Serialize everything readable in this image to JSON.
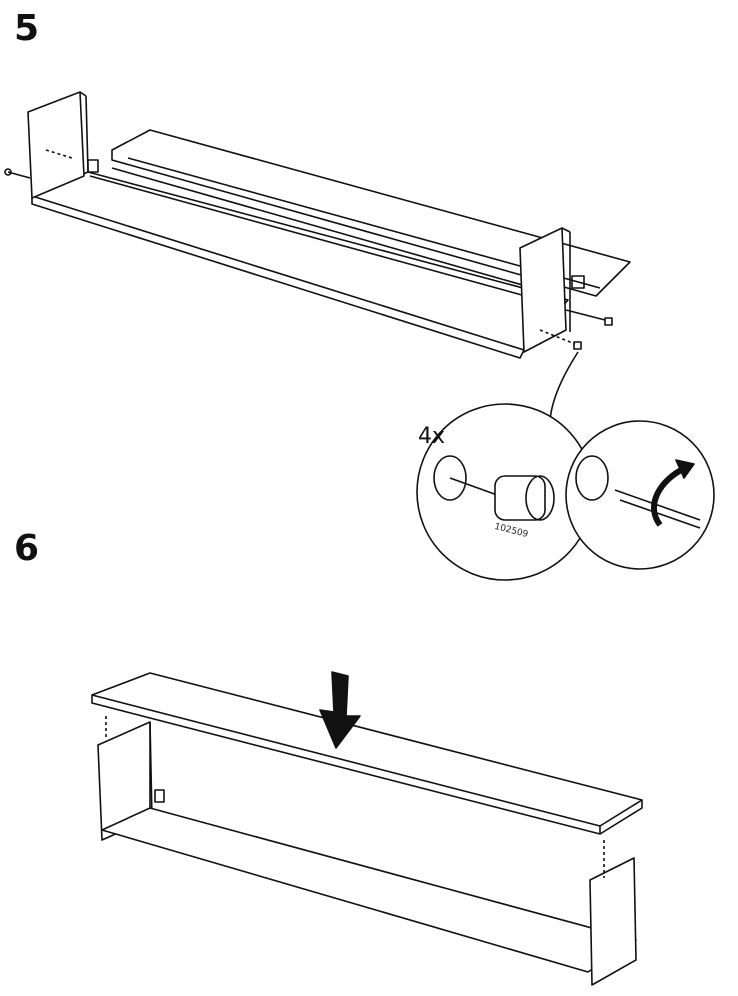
{
  "steps": [
    {
      "number": "5",
      "detail": {
        "quantity": "4x",
        "part_number": "102509"
      }
    },
    {
      "number": "6"
    }
  ],
  "colors": {
    "line": "#111111",
    "background": "#ffffff"
  }
}
